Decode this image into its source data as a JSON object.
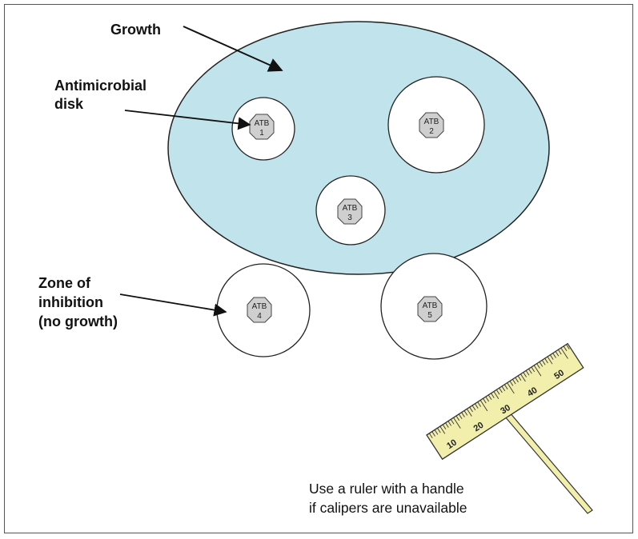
{
  "labels": {
    "growth": "Growth",
    "antimicrobial_line1": "Antimicrobial",
    "antimicrobial_line2": "disk",
    "zone_line1": "Zone of",
    "zone_line2": "inhibition",
    "zone_line3": "(no growth)",
    "ruler_note_line1": "Use a ruler with a handle",
    "ruler_note_line2": "if calipers are unavailable"
  },
  "disks": [
    {
      "code": "ATB",
      "number": "1"
    },
    {
      "code": "ATB",
      "number": "2"
    },
    {
      "code": "ATB",
      "number": "3"
    },
    {
      "code": "ATB",
      "number": "4"
    },
    {
      "code": "ATB",
      "number": "5"
    }
  ],
  "ruler": {
    "numbers": [
      "10",
      "20",
      "30",
      "40",
      "50"
    ]
  },
  "colors": {
    "plate_fill": "#c1e4ec",
    "zone_fill": "#ffffff",
    "disk_fill": "#cfcfcf",
    "ruler_fill": "#f2efad",
    "outline": "#222222"
  }
}
